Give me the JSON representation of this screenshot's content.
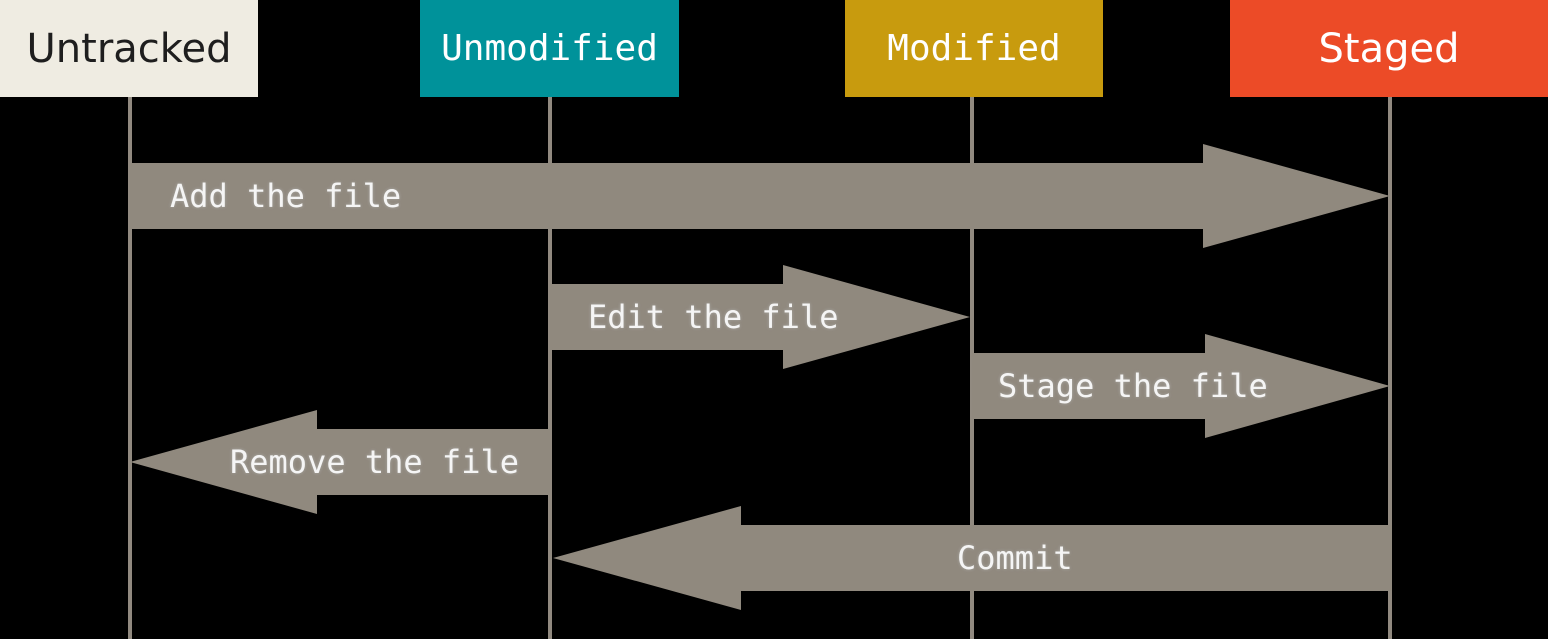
{
  "diagram": {
    "background_color": "#000000",
    "arrow_color": "#90897E",
    "lifeline_color": "#918A80",
    "arrow_label_color": "#F5F5F5",
    "states": [
      {
        "label": "Untracked",
        "bg_color": "#EFECE2",
        "text_color": "#1E1E1E"
      },
      {
        "label": "Unmodified",
        "bg_color": "#00929A",
        "text_color": "#FFFFFF"
      },
      {
        "label": "Modified",
        "bg_color": "#C89B0E",
        "text_color": "#FFFFFF"
      },
      {
        "label": "Staged",
        "bg_color": "#EC4B27",
        "text_color": "#FFFFFF"
      }
    ],
    "transitions": [
      {
        "label": "Add the file",
        "from": "Untracked",
        "to": "Staged",
        "direction": "right"
      },
      {
        "label": "Edit the file",
        "from": "Unmodified",
        "to": "Modified",
        "direction": "right"
      },
      {
        "label": "Stage the file",
        "from": "Modified",
        "to": "Staged",
        "direction": "right"
      },
      {
        "label": "Remove the file",
        "from": "Unmodified",
        "to": "Untracked",
        "direction": "left"
      },
      {
        "label": "Commit",
        "from": "Staged",
        "to": "Unmodified",
        "direction": "left"
      }
    ]
  }
}
